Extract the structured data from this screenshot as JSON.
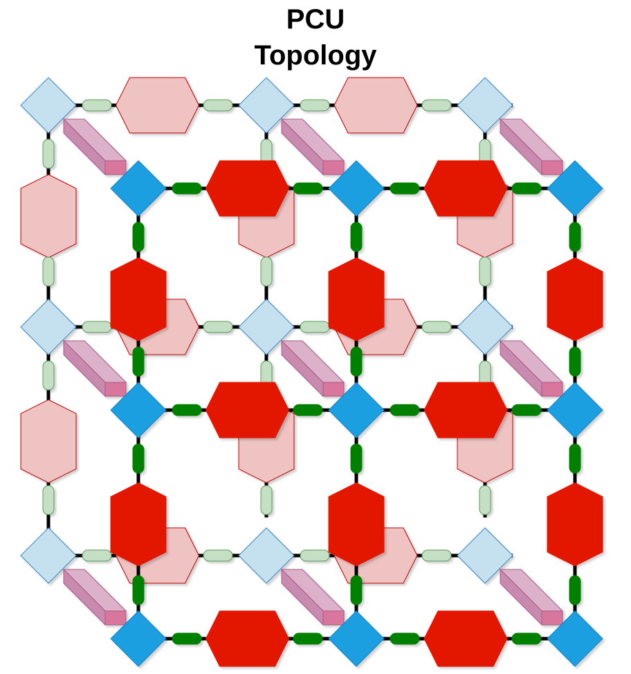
{
  "diagram": {
    "title_line1": "PCU",
    "title_line2": "Topology",
    "colors": {
      "node_front": "#1a9fe0",
      "node_back": "#c5e0ee",
      "node_back_stroke": "#3a87c2",
      "linker_front": "#008000",
      "linker_back": "#c4dfc4",
      "linker_back_stroke": "#5a9a5a",
      "hex_front": "#e31400",
      "hex_back": "#efc3c2",
      "hex_back_stroke": "#c00000",
      "prism_light": "#dcb2cb",
      "prism_dark": "#d9769e",
      "bond": "#000000"
    },
    "icons": {
      "node": "diamond",
      "linker": "rounded-pill",
      "secondary_unit": "hexagon",
      "pillar": "rectangular-prism"
    }
  }
}
